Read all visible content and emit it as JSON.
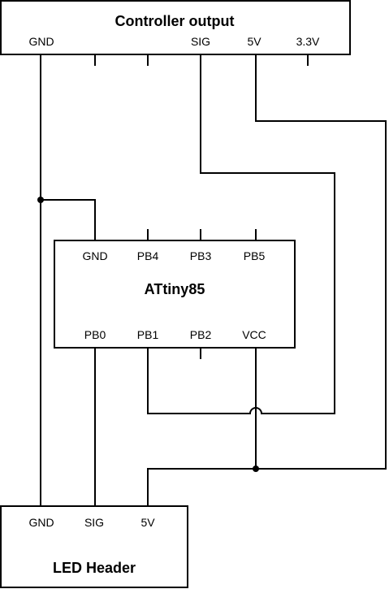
{
  "controller": {
    "title": "Controller output",
    "pins": {
      "gnd": "GND",
      "sig": "SIG",
      "v5": "5V",
      "v33": "3.3V"
    }
  },
  "chip": {
    "title": "ATtiny85",
    "top_pins": {
      "gnd": "GND",
      "pb4": "PB4",
      "pb3": "PB3",
      "pb5": "PB5"
    },
    "bottom_pins": {
      "pb0": "PB0",
      "pb1": "PB1",
      "pb2": "PB2",
      "vcc": "VCC"
    }
  },
  "led_header": {
    "title": "LED Header",
    "pins": {
      "gnd": "GND",
      "sig": "SIG",
      "v5": "5V"
    }
  }
}
